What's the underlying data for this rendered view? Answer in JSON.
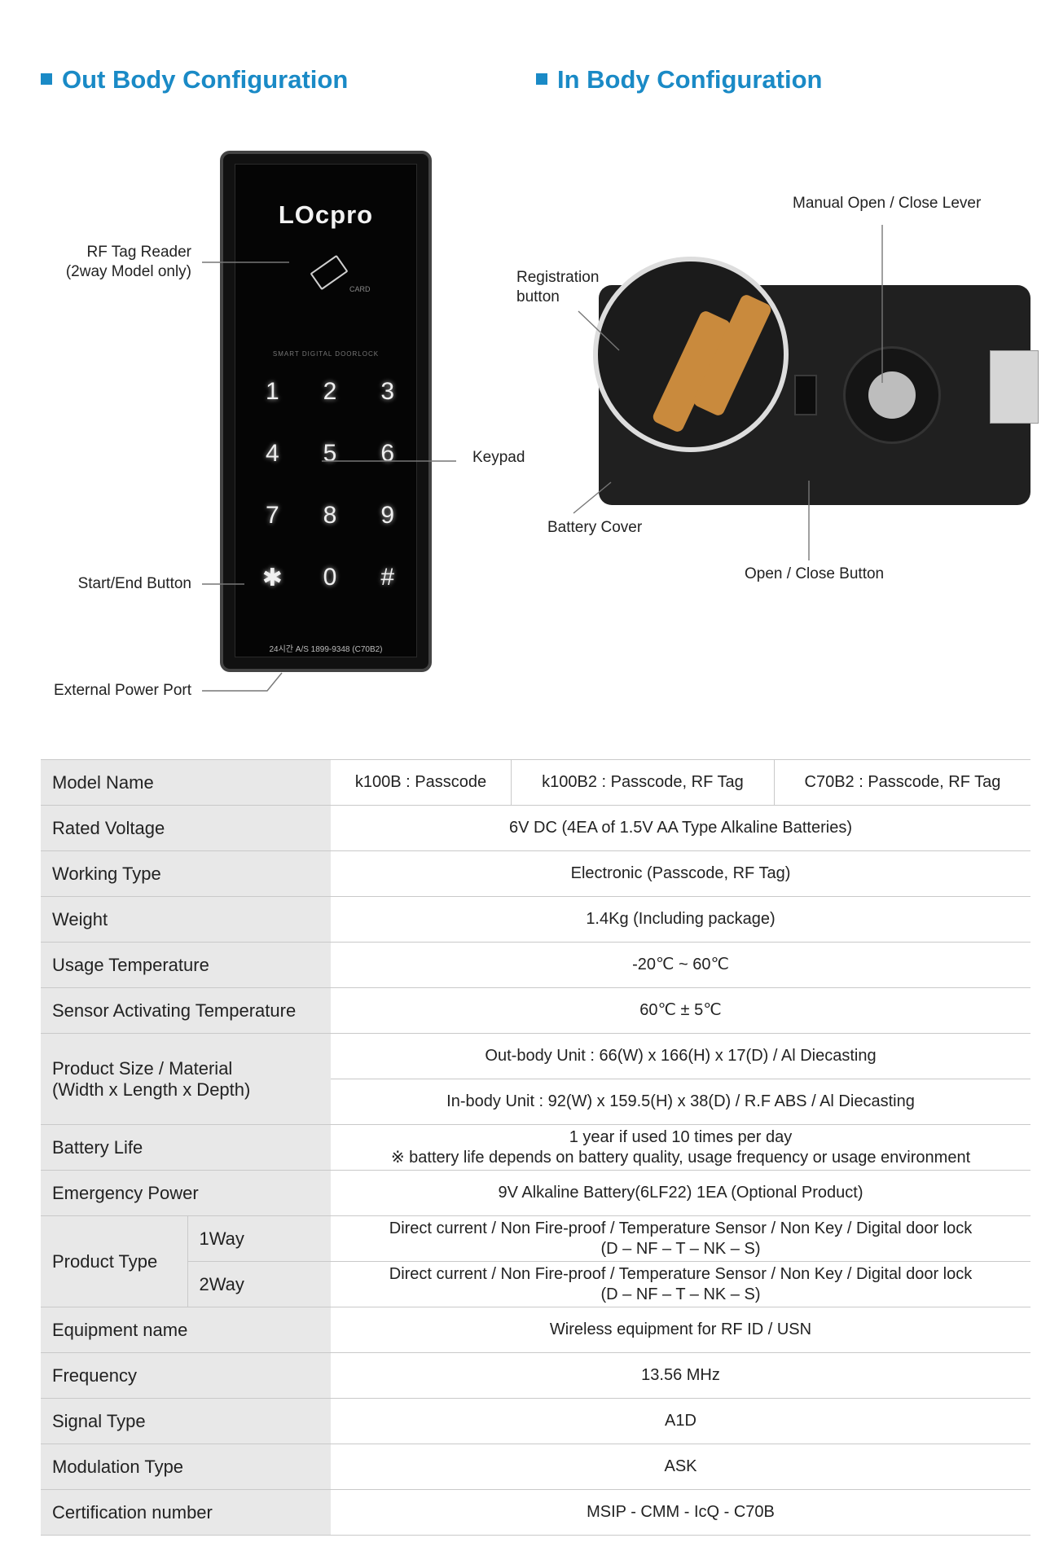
{
  "headings": {
    "out": "Out Body Configuration",
    "in": "In Body Configuration"
  },
  "out_labels": {
    "rf1": "RF Tag Reader",
    "rf2": "(2way Model only)",
    "keypad": "Keypad",
    "start": "Start/End Button",
    "power": "External Power Port"
  },
  "device": {
    "brand": "LOcpro",
    "card": "CARD",
    "tagline": "SMART DIGITAL DOORLOCK",
    "keys": [
      "1",
      "2",
      "3",
      "4",
      "5",
      "6",
      "7",
      "8",
      "9",
      "✱",
      "0",
      "#"
    ],
    "as": "24시간 A/S 1899-9348 (C70B2)"
  },
  "in_labels": {
    "manual": "Manual Open / Close Lever",
    "reg1": "Registration",
    "reg2": "button",
    "battery": "Battery Cover",
    "open": "Open / Close Button"
  },
  "table": {
    "model_name": "Model Name",
    "model1": "k100B : Passcode",
    "model2": "k100B2 : Passcode, RF Tag",
    "model3": "C70B2 : Passcode, RF Tag",
    "rated": "Rated Voltage",
    "rated_v": "6V DC (4EA of 1.5V AA Type Alkaline Batteries)",
    "working": "Working Type",
    "working_v": "Electronic (Passcode, RF Tag)",
    "weight": "Weight",
    "weight_v": "1.4Kg (Including package)",
    "usage": "Usage Temperature",
    "usage_v": "-20℃ ~ 60℃",
    "sensor": "Sensor Activating Temperature",
    "sensor_v": "60℃ ± 5℃",
    "size1": "Product Size / Material",
    "size2": "(Width x Length x Depth)",
    "size_out": "Out-body Unit : 66(W) x 166(H) x 17(D) / Al Diecasting",
    "size_in": "In-body Unit : 92(W) x 159.5(H) x 38(D) / R.F ABS / Al Diecasting",
    "battery": "Battery Life",
    "battery_v1": "1 year if used 10 times per day",
    "battery_v2": "※ battery life depends on battery quality, usage frequency or usage environment",
    "emergency": "Emergency Power",
    "emergency_v": "9V Alkaline Battery(6LF22) 1EA (Optional Product)",
    "ptype": "Product Type",
    "way1": "1Way",
    "way2": "2Way",
    "way_v1": "Direct current / Non Fire-proof / Temperature Sensor / Non Key / Digital door lock",
    "way_v2": "(D – NF – T – NK – S)",
    "equip": "Equipment name",
    "equip_v": "Wireless equipment for RF ID / USN",
    "freq": "Frequency",
    "freq_v": "13.56 MHz",
    "signal": "Signal Type",
    "signal_v": "A1D",
    "mod": "Modulation Type",
    "mod_v": "ASK",
    "cert": "Certification number",
    "cert_v": "MSIP - CMM - IcQ - C70B"
  }
}
